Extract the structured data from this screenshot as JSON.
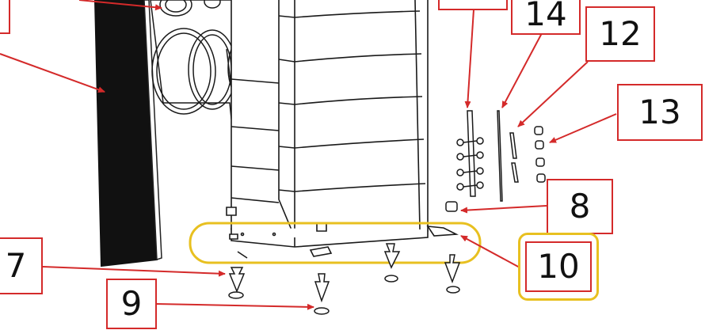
{
  "diagram": {
    "type": "exploded-parts-diagram",
    "callouts": [
      {
        "id": "c7",
        "label": "7"
      },
      {
        "id": "c8",
        "label": "8"
      },
      {
        "id": "c9",
        "label": "9"
      },
      {
        "id": "c10",
        "label": "10"
      },
      {
        "id": "c12",
        "label": "12"
      },
      {
        "id": "c13",
        "label": "13"
      },
      {
        "id": "c14",
        "label": "14"
      }
    ],
    "colors": {
      "callout_line": "#d42a2a",
      "callout_border": "#d42a2a",
      "highlight": "#e8c020",
      "line_art": "#1a1a1a",
      "grille": "#111111"
    },
    "icons": [
      "speaker-cabinet",
      "woofer-driver",
      "front-grille",
      "spike-foot",
      "spike-disc",
      "terminal-plate",
      "bracket",
      "binding-post-cap"
    ]
  }
}
